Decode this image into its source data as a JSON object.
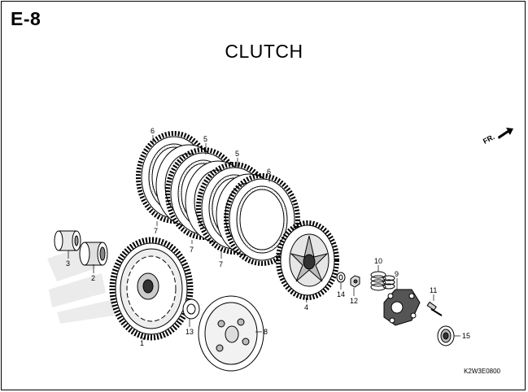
{
  "section_code": "E-8",
  "title": "CLUTCH",
  "front_label": "FR.",
  "reference_code": "K2W3E0800",
  "parts": [
    {
      "id": "p1",
      "number": "1"
    },
    {
      "id": "p2",
      "number": "2"
    },
    {
      "id": "p3",
      "number": "3"
    },
    {
      "id": "p4",
      "number": "4"
    },
    {
      "id": "p5a",
      "number": "5"
    },
    {
      "id": "p5b",
      "number": "5"
    },
    {
      "id": "p6a",
      "number": "6"
    },
    {
      "id": "p6b",
      "number": "6"
    },
    {
      "id": "p7a",
      "number": "7"
    },
    {
      "id": "p7b",
      "number": "7"
    },
    {
      "id": "p7c",
      "number": "7"
    },
    {
      "id": "p8",
      "number": "8"
    },
    {
      "id": "p9",
      "number": "9"
    },
    {
      "id": "p10",
      "number": "10"
    },
    {
      "id": "p11",
      "number": "11"
    },
    {
      "id": "p12",
      "number": "12"
    },
    {
      "id": "p13",
      "number": "13"
    },
    {
      "id": "p14",
      "number": "14"
    },
    {
      "id": "p15",
      "number": "15"
    }
  ]
}
